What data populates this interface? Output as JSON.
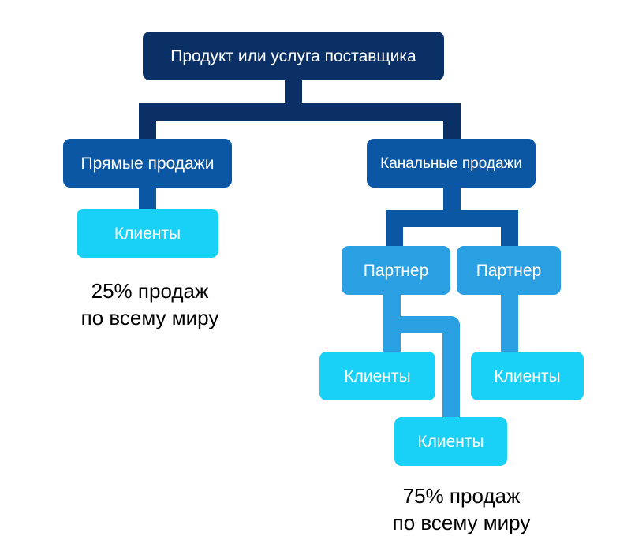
{
  "root": {
    "label": "Продукт или услуга поставщика"
  },
  "direct": {
    "label": "Прямые продажи",
    "clients_label": "Клиенты",
    "share_line1": "25% продаж",
    "share_line2": "по всему миру"
  },
  "channel": {
    "label": "Канальные продажи",
    "partners": [
      {
        "label": "Партнер",
        "clients": [
          "Клиенты",
          "Клиенты"
        ]
      },
      {
        "label": "Партнер",
        "clients": [
          "Клиенты"
        ]
      }
    ],
    "share_line1": "75% продаж",
    "share_line2": "по всему миру"
  },
  "colors": {
    "root": "#0b3066",
    "level1": "#0b57a3",
    "partner": "#2a9fe2",
    "clients": "#19d0f6",
    "text_dark": "#000000",
    "text_light": "#ffffff"
  }
}
